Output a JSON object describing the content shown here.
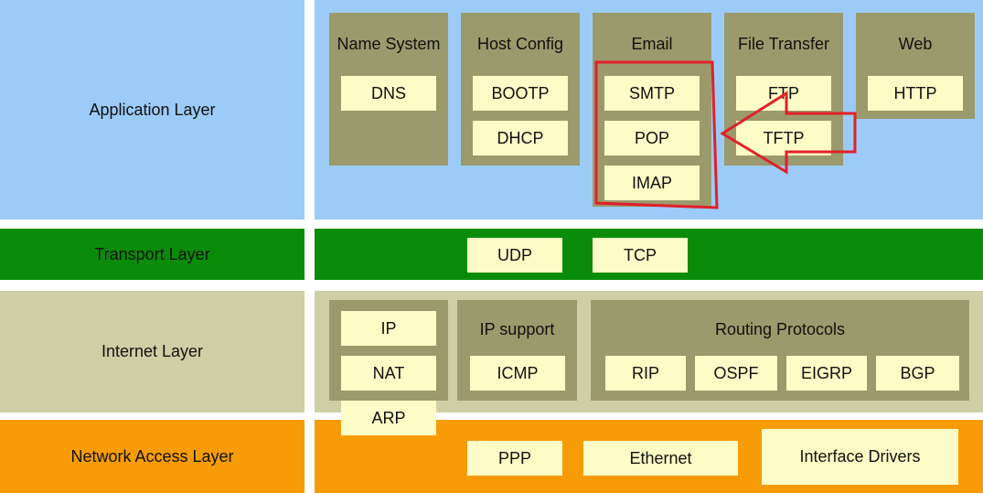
{
  "layers": {
    "application": {
      "label": "Application Layer"
    },
    "transport": {
      "label": "Transport Layer"
    },
    "internet": {
      "label": "Internet Layer"
    },
    "network_access": {
      "label": "Network Access Layer"
    }
  },
  "application_groups": {
    "name_system": {
      "title": "Name System",
      "protocols": [
        "DNS"
      ]
    },
    "host_config": {
      "title": "Host Config",
      "protocols": [
        "BOOTP",
        "DHCP"
      ]
    },
    "email": {
      "title": "Email",
      "protocols": [
        "SMTP",
        "POP",
        "IMAP"
      ]
    },
    "file_transfer": {
      "title": "File Transfer",
      "protocols": [
        "FTP",
        "TFTP"
      ]
    },
    "web": {
      "title": "Web",
      "protocols": [
        "HTTP"
      ]
    }
  },
  "transport_protocols": [
    "UDP",
    "TCP"
  ],
  "internet": {
    "core": [
      "IP",
      "NAT",
      "ARP"
    ],
    "ip_support": {
      "title": "IP support",
      "protocols": [
        "ICMP"
      ]
    },
    "routing": {
      "title": "Routing Protocols",
      "protocols": [
        "RIP",
        "OSPF",
        "EIGRP",
        "BGP"
      ]
    }
  },
  "network_access_protocols": [
    "PPP",
    "Ethernet",
    "Interface Drivers"
  ],
  "annotation": {
    "highlight_color": "#e0202a",
    "highlighted_group": "Email"
  },
  "colors": {
    "application": "#9ccbf7",
    "transport": "#0a8c0a",
    "internet": "#cfcfa5",
    "network_access": "#f79c06",
    "group": "#9b9a6c",
    "protocol_box": "#fdfbc6"
  }
}
